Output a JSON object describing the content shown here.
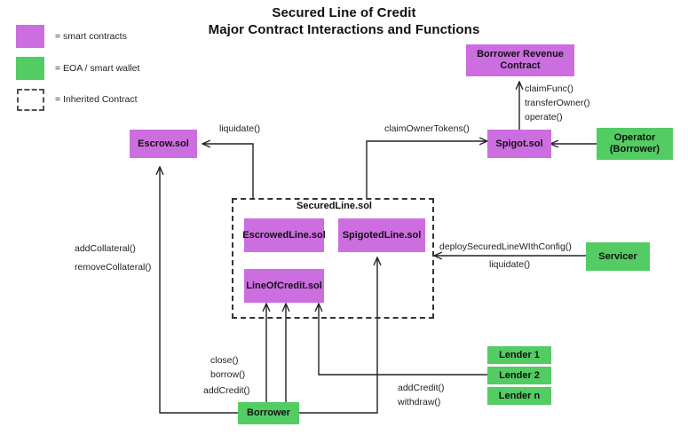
{
  "title": {
    "line1": "Secured Line of Credit",
    "line2": "Major Contract Interactions and Functions"
  },
  "legend": {
    "items": [
      {
        "swatch": "purple",
        "color": "#cc6ee0",
        "label": "= smart contracts"
      },
      {
        "swatch": "green",
        "color": "#52cc63",
        "label": "= EOA / smart wallet"
      },
      {
        "swatch": "dashed",
        "color": "#555555",
        "label": "= Inherited Contract"
      }
    ]
  },
  "nodes": {
    "borrower_revenue_contract": "Borrower Revenue\nContract",
    "borrower_revenue_contract_l1": "Borrower Revenue",
    "borrower_revenue_contract_l2": "Contract",
    "spigot": "Spigot.sol",
    "operator_l1": "Operator",
    "operator_l2": "(Borrower)",
    "escrow": "Escrow.sol",
    "secured_line_group": "SecuredLine.sol",
    "escrowed_line": "EscrowedLine.sol",
    "spigoted_line": "SpigotedLine.sol",
    "line_of_credit": "LineOfCredit.sol",
    "servicer": "Servicer",
    "lender_1": "Lender 1",
    "lender_2": "Lender 2",
    "lender_n": "Lender n",
    "borrower": "Borrower"
  },
  "edge_labels": {
    "liquidate_escrow": "liquidate()",
    "claim_owner_tokens": "claimOwnerTokens()",
    "spigot_to_revenue_1": "claimFunc()",
    "spigot_to_revenue_2": "transferOwner()",
    "spigot_to_revenue_3": "operate()",
    "add_collateral": "addCollateral()",
    "remove_collateral": "removeCollateral()",
    "deploy_secured_line": "deploySecuredLineWIthConfig()",
    "liquidate_servicer": "liquidate()",
    "borrower_close": "close()",
    "borrower_borrow": "borrow()",
    "borrower_add_credit": "addCredit()",
    "lender_add_credit": "addCredit()",
    "lender_withdraw": "withdraw()"
  },
  "colors": {
    "smart_contract": "#cc6ee0",
    "eoa_wallet": "#52cc63",
    "line": "#222222",
    "background": "#ffffff",
    "text": "#111111"
  }
}
